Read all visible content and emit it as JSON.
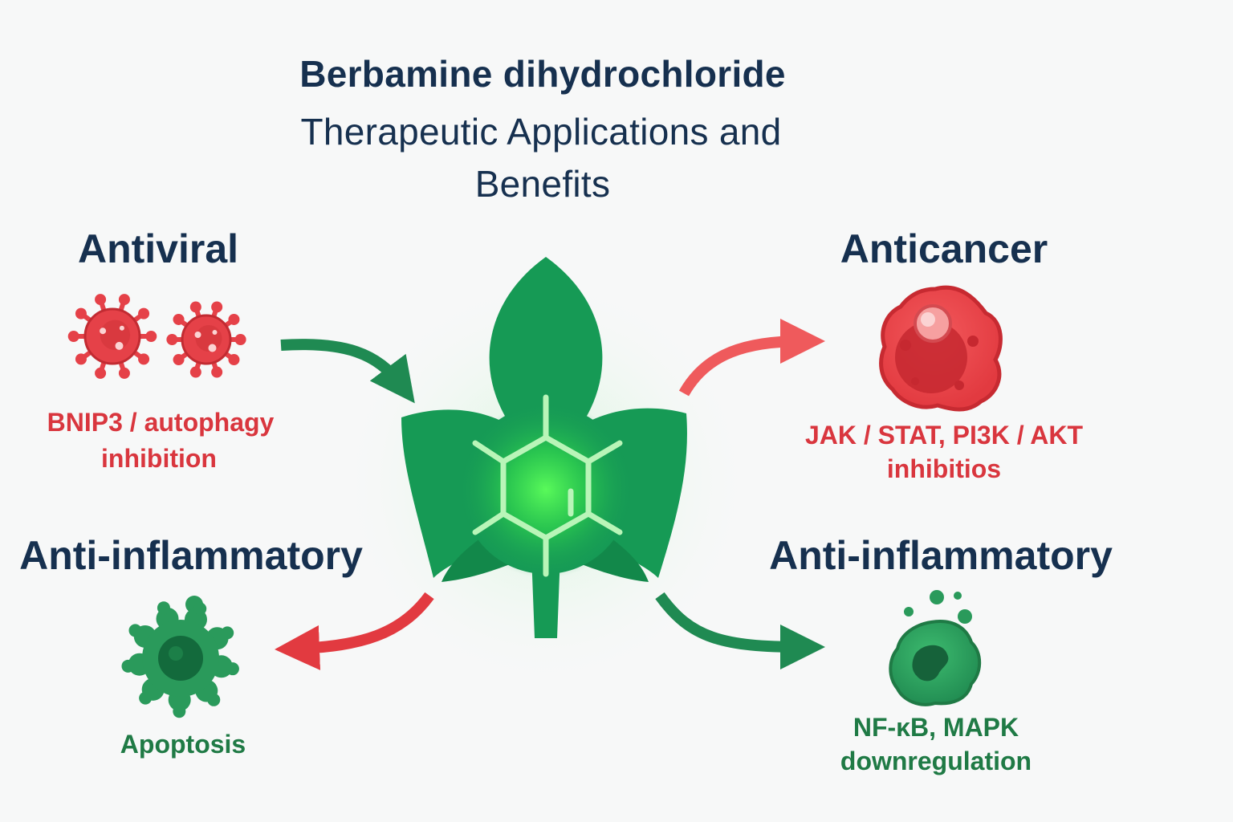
{
  "title": {
    "line1": "Berbamine dihydrochloride",
    "line2": "Therapeutic Applications and",
    "line3": "Benefits"
  },
  "center": {
    "icon": "leaf-molecule-icon"
  },
  "sections": {
    "antiviral": {
      "heading": "Antiviral",
      "caption_line1": "BNIP3 / autophagy",
      "caption_line2": "inhibition",
      "icon": "virus-icon"
    },
    "anticancer": {
      "heading": "Anticancer",
      "caption_line1": "JAK / STAT, PI3K / AKT",
      "caption_line2": "inhibitios",
      "icon": "cancer-cell-icon"
    },
    "anti_inflammatory_left": {
      "heading": "Anti-inflammatory",
      "caption_line1": "Apoptosis",
      "icon": "immune-cell-icon"
    },
    "anti_inflammatory_right": {
      "heading": "Anti-inflammatory",
      "caption_line1": "NF-κB, MAPK",
      "caption_line2": "downregulation",
      "icon": "macrophage-icon"
    }
  },
  "colors": {
    "navy": "#16304f",
    "red": "#d9363e",
    "green": "#1f7a45",
    "leaf": "#169a55",
    "glow": "#3ee65a"
  }
}
